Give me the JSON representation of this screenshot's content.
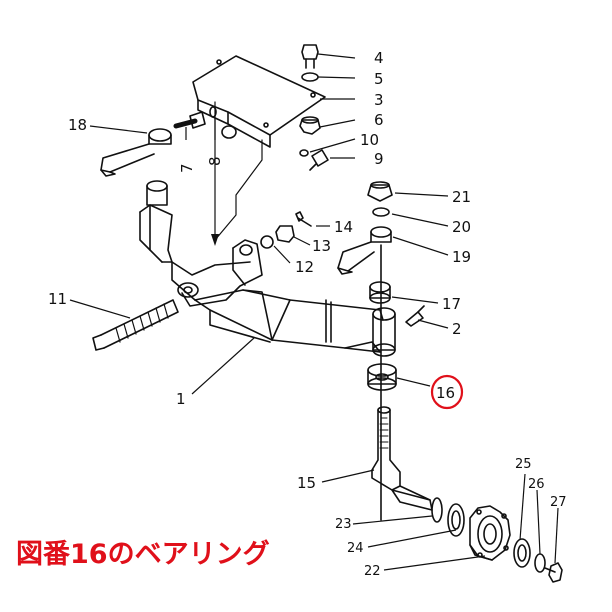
{
  "diagram": {
    "labels": {
      "p1": "1",
      "p2": "2",
      "p3": "3",
      "p4": "4",
      "p5": "5",
      "p6": "6",
      "p7": "7",
      "p8": "8",
      "p9": "9",
      "p10": "10",
      "p11": "11",
      "p12": "12",
      "p13": "13",
      "p14": "14",
      "p15": "15",
      "p16": "16",
      "p17": "17",
      "p18": "18",
      "p19": "19",
      "p20": "20",
      "p21": "21",
      "p22": "22",
      "p23": "23",
      "p24": "24",
      "p25": "25",
      "p26": "26",
      "p27": "27"
    },
    "highlight_color": "#e0101a"
  },
  "caption": "図番16のベアリング"
}
